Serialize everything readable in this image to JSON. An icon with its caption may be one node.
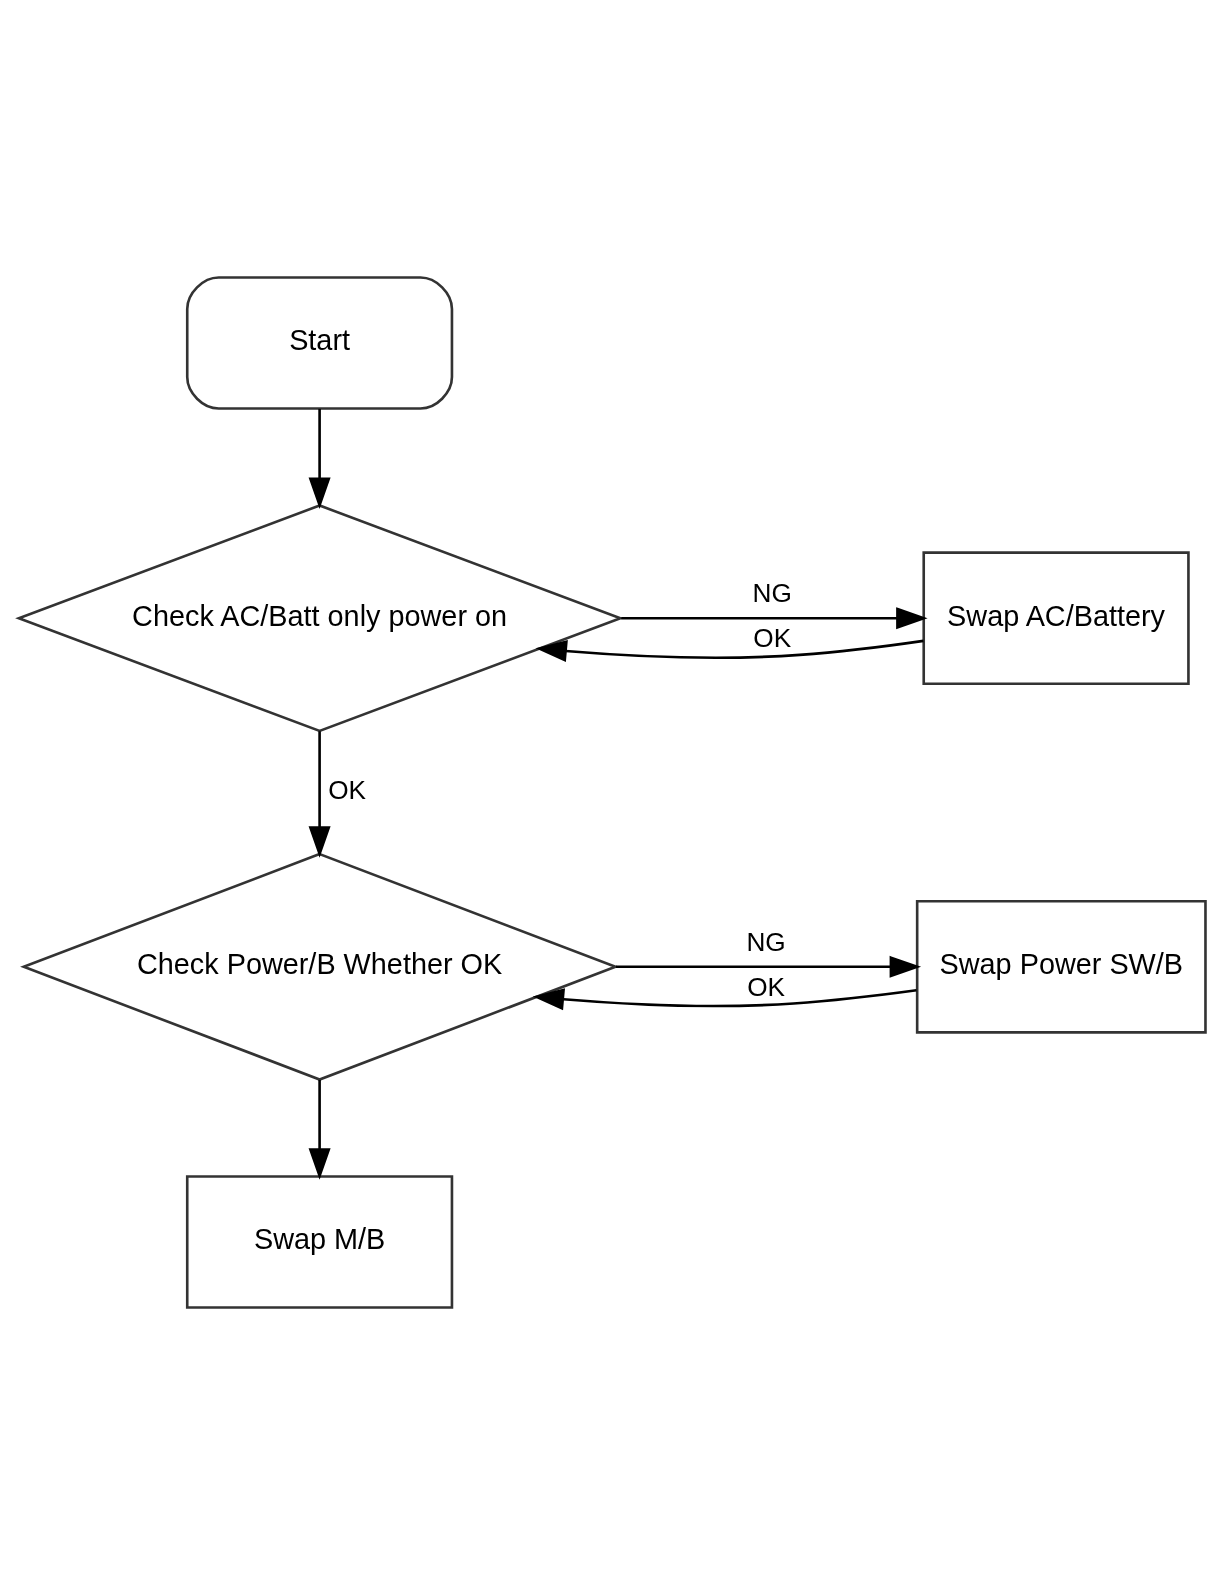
{
  "diagram": {
    "nodes": [
      {
        "text": [
          "Start"
        ]
      },
      {
        "text": [
          "Check AC/Batt only power on"
        ]
      },
      {
        "text": [
          "Swap AC/Battery"
        ]
      },
      {
        "text": [
          "Check Power/B Whether OK"
        ]
      },
      {
        "text": [
          "Swap Power SW/B"
        ]
      },
      {
        "text": [
          "Swap M/B"
        ]
      }
    ],
    "edges": [
      {
        "from": 0,
        "to": 1,
        "arrow": "to"
      },
      {
        "from": 1,
        "to": 2,
        "arrow": "to",
        "label": "NG"
      },
      {
        "from": 2,
        "to": 1,
        "arrow": "to",
        "label": "OK"
      },
      {
        "from": 1,
        "to": 3,
        "arrow": "to",
        "label": "OK"
      },
      {
        "from": 3,
        "to": 4,
        "arrow": "to",
        "label": "NG"
      },
      {
        "from": 4,
        "to": 3,
        "arrow": "to",
        "label": "OK"
      },
      {
        "from": 3,
        "to": 5,
        "arrow": "to"
      }
    ]
  }
}
